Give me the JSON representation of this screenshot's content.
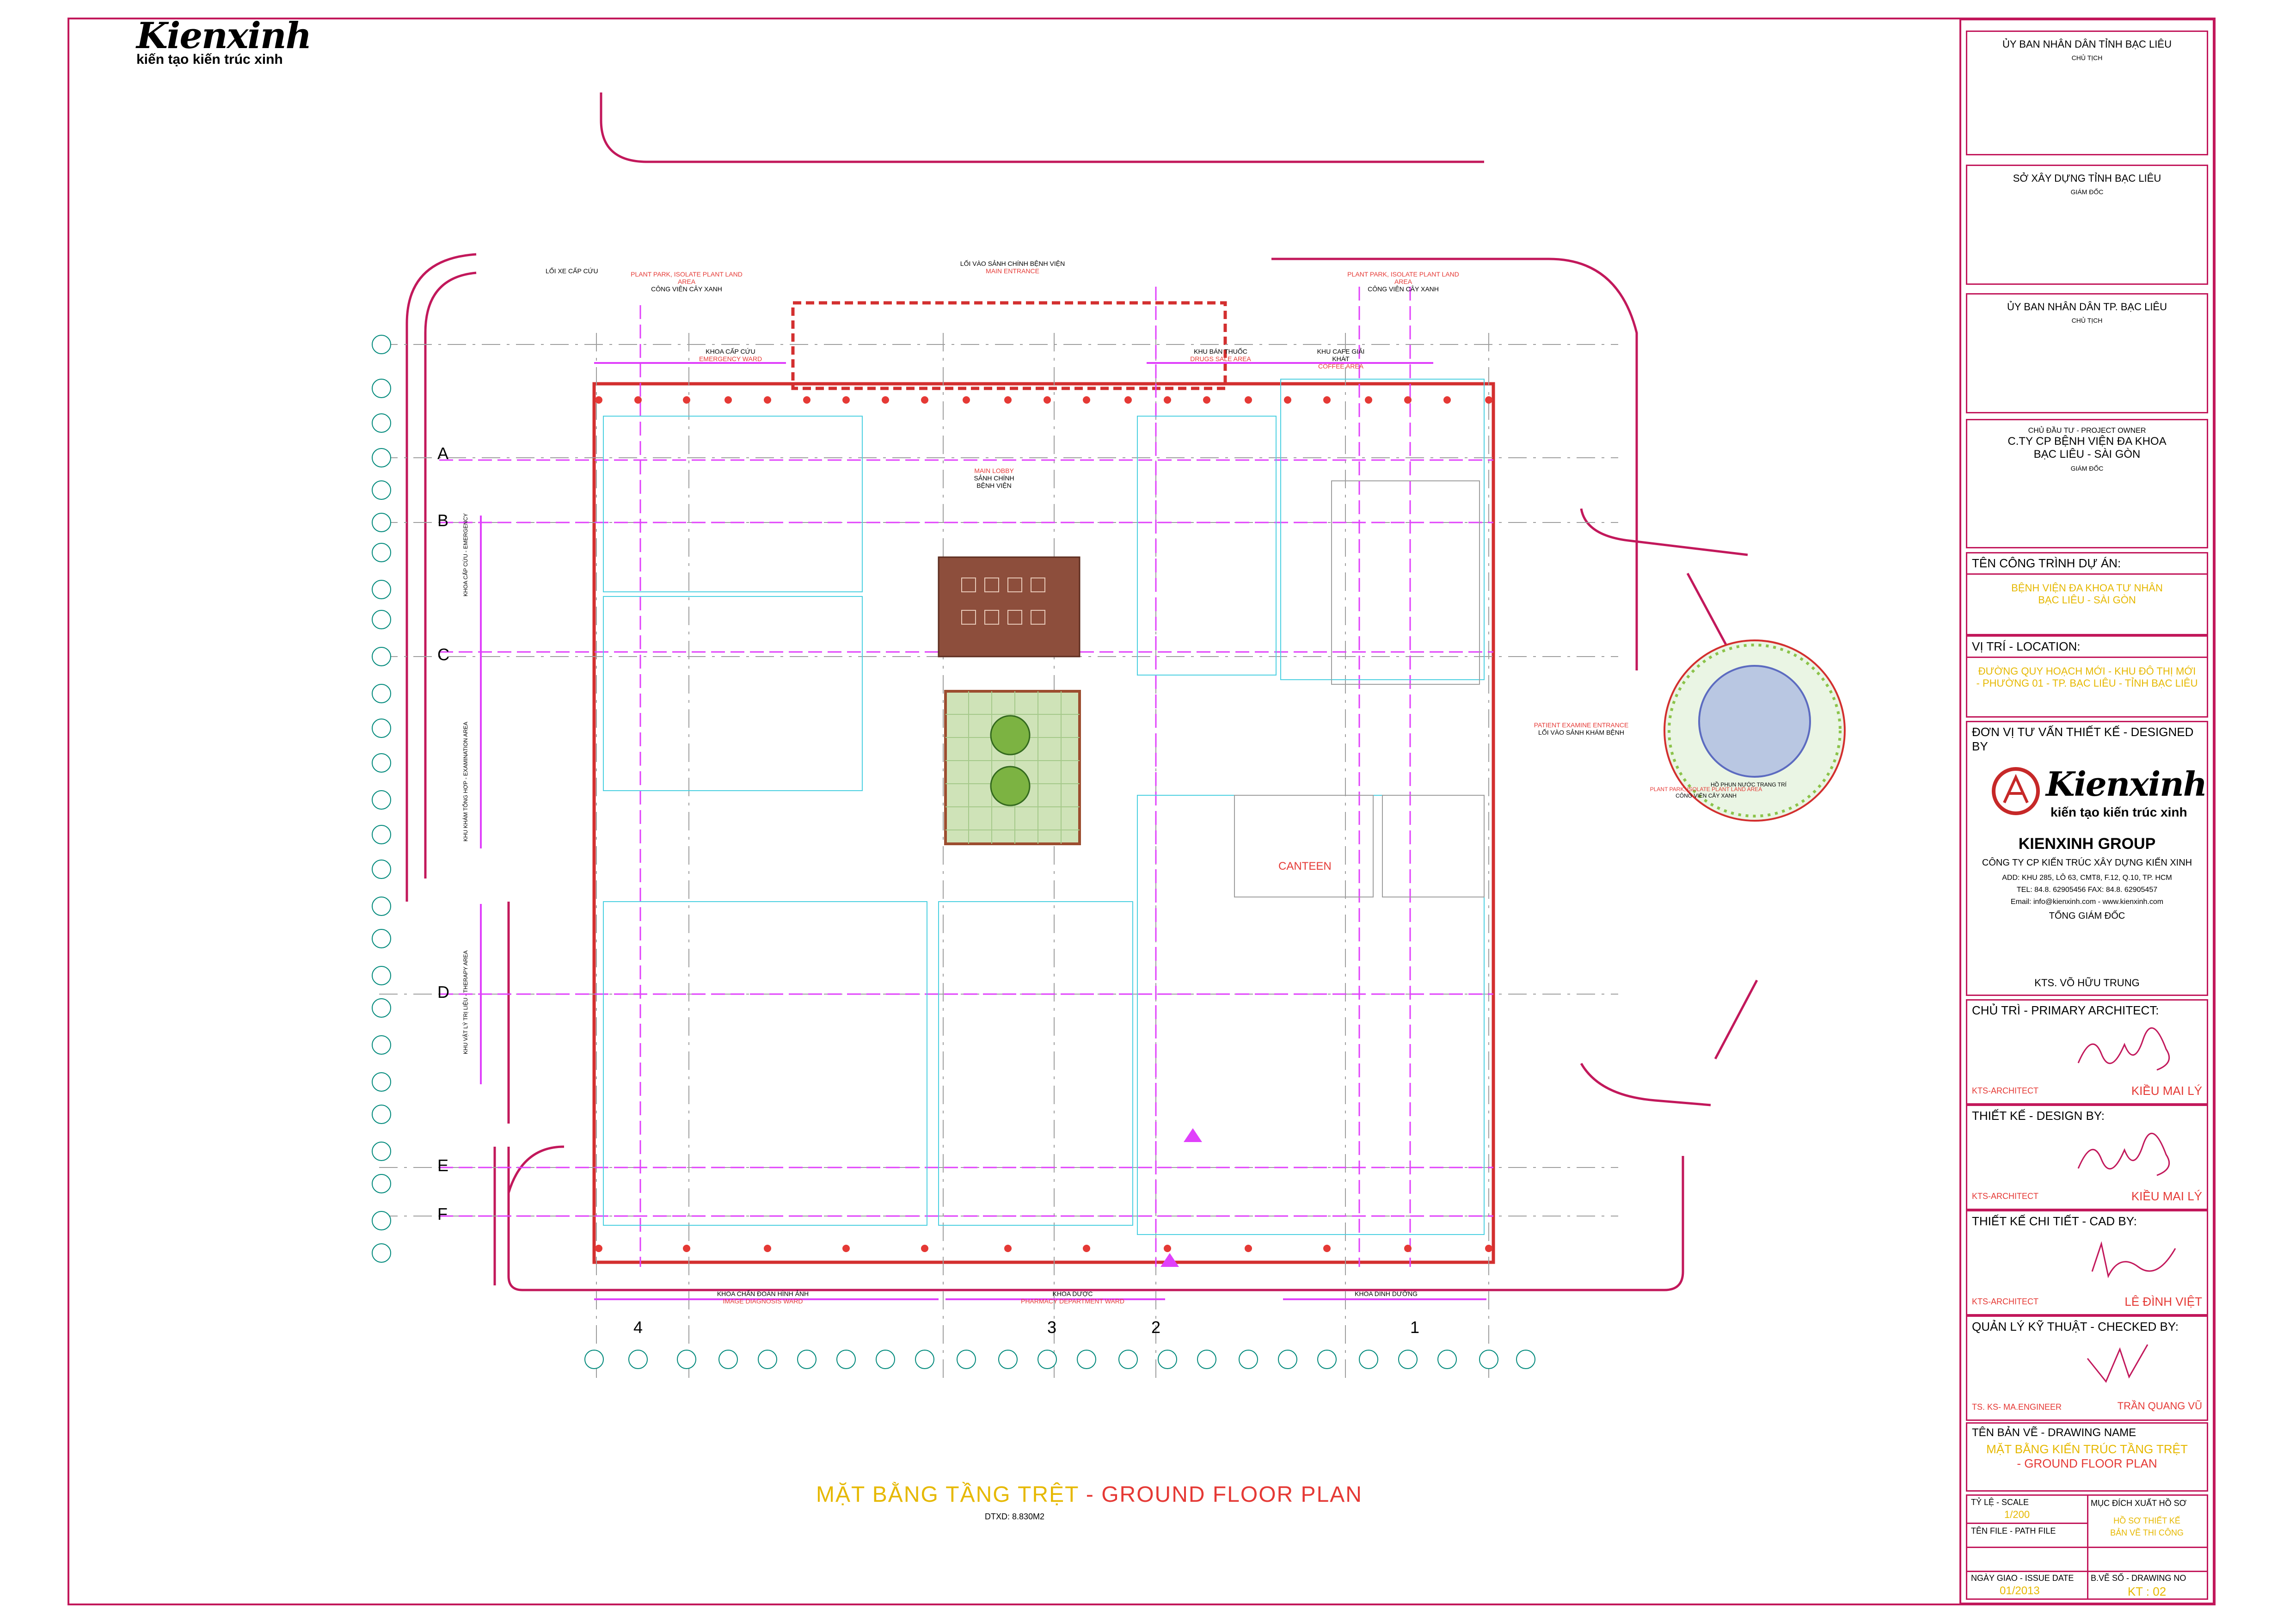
{
  "company_logo": {
    "script": "Kienxinh",
    "tagline": "kiến tạo kiến trúc xinh"
  },
  "title_block": {
    "authority_1": {
      "name": "ỦY BAN NHÂN DÂN TỈNH BẠC LIÊU",
      "role": "CHỦ TỊCH"
    },
    "authority_2": {
      "name": "SỞ XÂY DỰNG TỈNH BẠC LIÊU",
      "role": "GIÁM ĐỐC"
    },
    "authority_3": {
      "name": "ỦY BAN NHÂN DÂN TP. BẠC LIÊU",
      "role": "CHỦ TỊCH"
    },
    "owner": {
      "label": "CHỦ ĐẦU TƯ - PROJECT OWNER",
      "line1": "C.TY CP BỆNH VIỆN ĐA KHOA",
      "line2": "BẠC LIÊU - SÀI GÒN",
      "role": "GIÁM ĐỐC"
    },
    "project": {
      "label": "TÊN CÔNG TRÌNH DỰ ÁN:",
      "line1": "BỆNH VIỆN ĐA KHOA TƯ NHÂN",
      "line2": "BẠC LIÊU - SÀI GÒN"
    },
    "location": {
      "label": "VỊ TRÍ - LOCATION:",
      "line1": "ĐƯỜNG QUY HOẠCH MỚI - KHU ĐÔ THỊ MỚI",
      "line2": "- PHƯỜNG 01 - TP. BẠC LIÊU - TỈNH BẠC LIÊU"
    },
    "designer": {
      "label": "ĐƠN VỊ TƯ VẤN THIẾT KẾ - DESIGNED BY",
      "logo_script": "Kienxinh",
      "logo_tagline": "kiến tạo kiến trúc xinh",
      "group": "KIENXINH GROUP",
      "company": "CÔNG TY CP KIẾN TRÚC XÂY DỰNG KIẾN XINH",
      "address": "ADD: KHU 285, LÔ 63, CMT8, F.12, Q.10, TP. HCM",
      "tel": "TEL: 84.8. 62905456 FAX: 84.8. 62905457",
      "email": "Email: info@kienxinh.com  -  www.kienxinh.com",
      "role": "TỔNG GIÁM ĐỐC",
      "director": "KTS. VÕ HỮU TRUNG"
    },
    "primary_architect": {
      "label": "CHỦ TRÌ - PRIMARY ARCHITECT:",
      "title": "KTS-ARCHITECT",
      "name": "KIỀU MAI LÝ"
    },
    "design_by": {
      "label": "THIẾT KẾ - DESIGN BY:",
      "title": "KTS-ARCHITECT",
      "name": "KIỀU MAI LÝ"
    },
    "cad_by": {
      "label": "THIẾT KẾ CHI TIẾT - CAD BY:",
      "title": "KTS-ARCHITECT",
      "name": "LÊ ĐÌNH VIỆT"
    },
    "checked_by": {
      "label": "QUẢN LÝ KỸ THUẬT - CHECKED BY:",
      "title": "TS. KS- MA.ENGINEER",
      "name": "TRẦN QUANG VŨ"
    },
    "drawing_name": {
      "label": "TÊN BẢN VẼ - DRAWING NAME",
      "line1": "MẶT BẰNG KIẾN TRÚC TẦNG TRỆT",
      "line2": "- GROUND FLOOR PLAN"
    },
    "scale": {
      "label": "TỶ LỆ - SCALE",
      "value": "1/200"
    },
    "purpose": {
      "label": "MỤC ĐÍCH XUẤT HỒ SƠ",
      "line1": "HỒ SƠ THIẾT KẾ",
      "line2": "BẢN VẼ THI CÔNG"
    },
    "path_file": {
      "label": "TÊN FILE - PATH FILE"
    },
    "issue_date": {
      "label": "NGÀY GIAO - ISSUE DATE",
      "value": "01/2013"
    },
    "drawing_no": {
      "label": "B.VẼ SỐ - DRAWING NO",
      "value": "KT : 02"
    }
  },
  "plan": {
    "title_vn": "MẶT BẰNG TẦNG TRỆT",
    "title_en": " - GROUND FLOOR PLAN",
    "area": "DTXD: 8.830M2",
    "row_axes": [
      "A",
      "B",
      "C",
      "D",
      "E",
      "F"
    ],
    "col_axes": [
      "4",
      "3",
      "2",
      "1"
    ],
    "labels": {
      "main_entrance_vn": "LỐI VÀO SẢNH CHÍNH BỆNH VIỆN",
      "main_entrance_en": "MAIN ENTRANCE",
      "ambulance": "LỐI XE CẤP CỨU",
      "park_left_en": "PLANT PARK, ISOLATE PLANT LAND AREA",
      "park_left_vn": "CÔNG VIÊN CÂY XANH",
      "park_right_en": "PLANT PARK, ISOLATE PLANT LAND AREA",
      "park_right_vn": "CÔNG VIÊN CÂY XANH",
      "emergency_vn": "KHOA CẤP CỨU",
      "emergency_en": "EMERGENCY WARD",
      "drug_sale_vn": "KHU BÁN THUỐC",
      "drug_sale_en": "DRUGS SALE AREA",
      "coffee_vn": "KHU CAFE GIẢI KHÁT",
      "coffee_en": "COFFEE AREA",
      "main_lobby_en": "MAIN LOBBY",
      "main_lobby_vn": "SẢNH CHÍNH BỆNH VIỆN",
      "canteen": "CANTEEN",
      "patient_entrance_en": "PATIENT EXAMINE ENTRANCE",
      "patient_entrance_vn": "LỐI VÀO SẢNH KHÁM BỆNH",
      "fountain": "HỒ PHUN NƯỚC TRANG TRÍ",
      "park_round_en": "PLANT PARK, ISOLATE PLANT LAND AREA",
      "park_round_vn": "CÔNG VIÊN CÂY XANH",
      "image_vn": "KHOA CHẨN ĐOÁN HÌNH ẢNH",
      "image_en": "IMAGE DIAGNOSIS WARD",
      "pharmacy_vn": "KHOA DƯỢC",
      "pharmacy_en": "PHARMACY DEPARTMENT WARD",
      "nutrition_vn": "KHOA DINH DƯỠNG",
      "left_emergency": "KHOA CẤP CỨU - EMERGENCY",
      "left_exam": "KHU KHÁM TỔNG HỢP - EXAMINATION AREA",
      "left_therapy": "KHU VẬT LÝ TRỊ LIỆU - THERAPY AREA"
    }
  }
}
